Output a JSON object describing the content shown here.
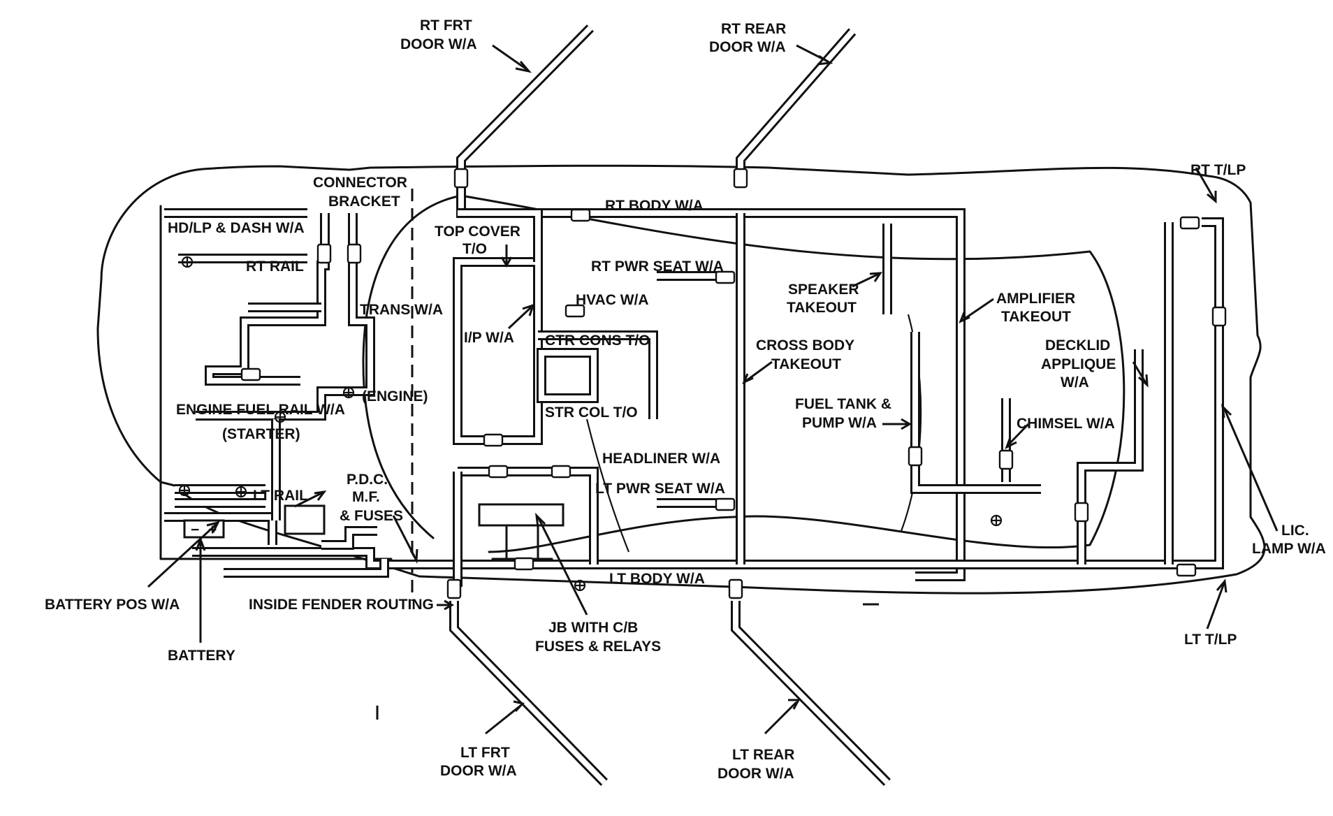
{
  "labels": {
    "rt_frt_door_1": "RT FRT",
    "rt_frt_door_2": "DOOR W/A",
    "rt_rear_door_1": "RT REAR",
    "rt_rear_door_2": "DOOR W/A",
    "connector_bracket_1": "CONNECTOR",
    "connector_bracket_2": "BRACKET",
    "hd_lp_dash": "HD/LP & DASH W/A",
    "rt_rail": "RT RAIL",
    "top_cover_1": "TOP COVER",
    "top_cover_2": "T/O",
    "rt_body": "RT BODY W/A",
    "rt_pwr_seat": "RT PWR SEAT W/A",
    "trans": "TRANS W/A",
    "hvac": "HVAC W/A",
    "ip": "I/P W/A",
    "ctr_cons": "CTR CONS T/O",
    "speaker_1": "SPEAKER",
    "speaker_2": "TAKEOUT",
    "amplifier_1": "AMPLIFIER",
    "amplifier_2": "TAKEOUT",
    "cross_body_1": "CROSS BODY",
    "cross_body_2": "TAKEOUT",
    "decklid_1": "DECKLID",
    "decklid_2": "APPLIQUE",
    "decklid_3": "W/A",
    "engine": "(ENGINE)",
    "engine_fuel_rail": "ENGINE FUEL RAIL W/A",
    "starter": "(STARTER)",
    "str_col": "STR COL T/O",
    "fuel_tank_1": "FUEL TANK &",
    "fuel_tank_2": "PUMP W/A",
    "chimsel": "CHIMSEL W/A",
    "headliner": "HEADLINER W/A",
    "lt_pwr_seat": "LT PWR SEAT W/A",
    "lt_rail": "LT RAIL",
    "pdc_1": "P.D.C.",
    "pdc_2": "M.F.",
    "pdc_3": "& FUSES",
    "lt_body": "LT BODY W/A",
    "battery_pos": "BATTERY POS W/A",
    "inside_fender": "INSIDE FENDER ROUTING",
    "battery": "BATTERY",
    "jb_1": "JB WITH C/B",
    "jb_2": "FUSES & RELAYS",
    "lt_frt_door_1": "LT FRT",
    "lt_frt_door_2": "DOOR W/A",
    "lt_rear_door_1": "LT REAR",
    "lt_rear_door_2": "DOOR W/A",
    "rt_tlp": "RT T/LP",
    "lt_tlp": "LT T/LP",
    "lic_lamp_1": "LIC.",
    "lic_lamp_2": "LAMP W/A"
  }
}
